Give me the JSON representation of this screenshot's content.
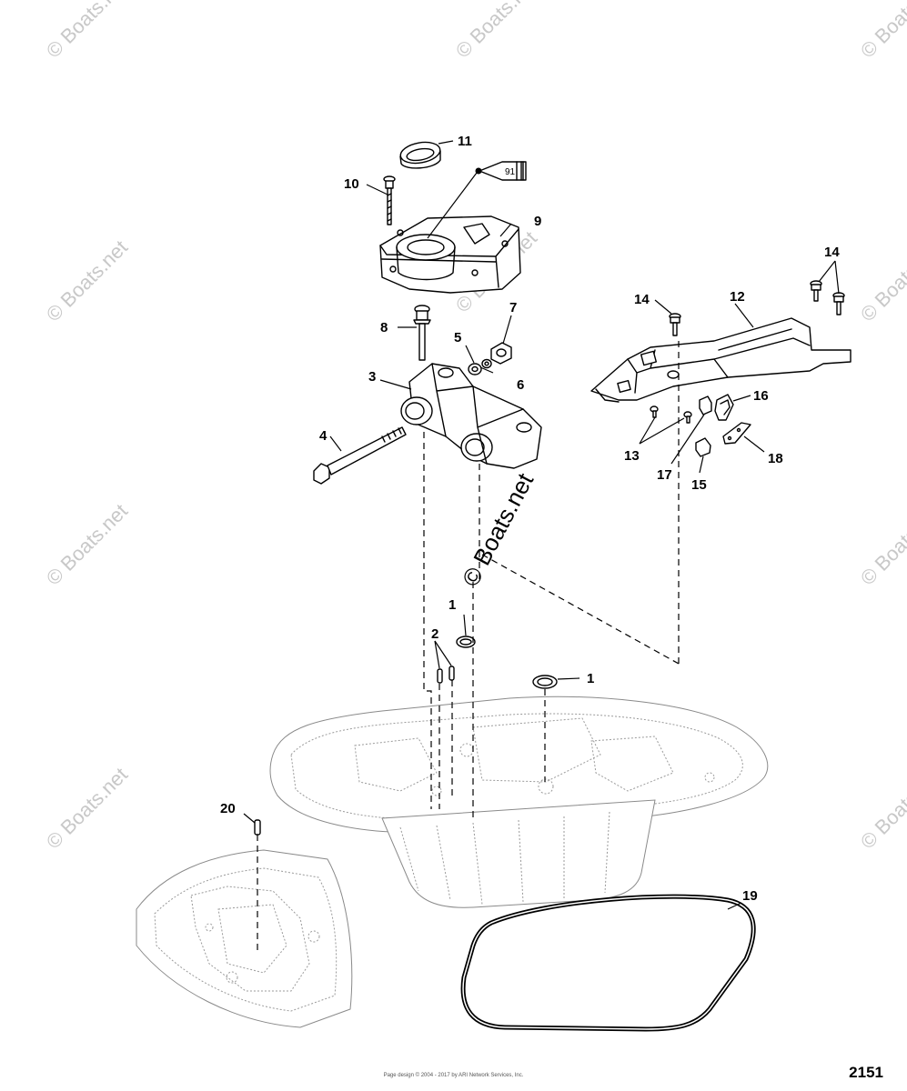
{
  "watermark_text": "© Boats.net",
  "center_watermark_text": "© Boats.net",
  "tube_label": "91",
  "figure_number": "2151",
  "copyright_line": "Page design © 2004 - 2017 by ARI Network Services, Inc.",
  "callouts": [
    {
      "id": "1a",
      "text": "1"
    },
    {
      "id": "1b",
      "text": "1"
    },
    {
      "id": "2",
      "text": "2"
    },
    {
      "id": "3",
      "text": "3"
    },
    {
      "id": "4",
      "text": "4"
    },
    {
      "id": "5",
      "text": "5"
    },
    {
      "id": "6",
      "text": "6"
    },
    {
      "id": "7",
      "text": "7"
    },
    {
      "id": "8",
      "text": "8"
    },
    {
      "id": "9",
      "text": "9"
    },
    {
      "id": "10",
      "text": "10"
    },
    {
      "id": "11",
      "text": "11"
    },
    {
      "id": "12",
      "text": "12"
    },
    {
      "id": "13",
      "text": "13"
    },
    {
      "id": "14a",
      "text": "14"
    },
    {
      "id": "14b",
      "text": "14"
    },
    {
      "id": "15",
      "text": "15"
    },
    {
      "id": "16",
      "text": "16"
    },
    {
      "id": "17",
      "text": "17"
    },
    {
      "id": "18",
      "text": "18"
    },
    {
      "id": "19",
      "text": "19"
    },
    {
      "id": "20",
      "text": "20"
    }
  ]
}
